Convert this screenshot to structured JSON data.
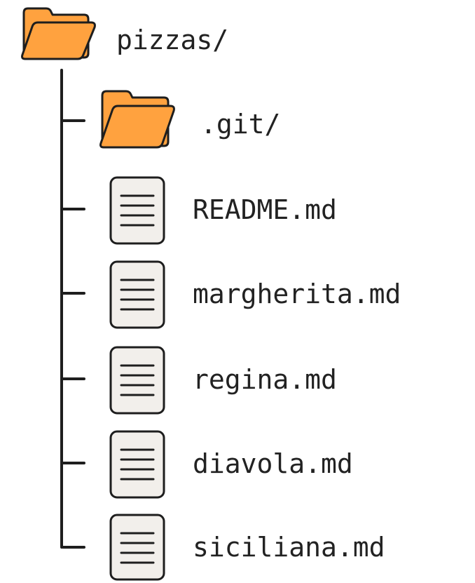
{
  "root": {
    "name": "pizzas/",
    "icon": "folder-icon",
    "folder_color": "#FFA23F"
  },
  "children": [
    {
      "name": ".git/",
      "icon": "folder-icon"
    },
    {
      "name": "README.md",
      "icon": "file-icon"
    },
    {
      "name": "margherita.md",
      "icon": "file-icon"
    },
    {
      "name": "regina.md",
      "icon": "file-icon"
    },
    {
      "name": "diavola.md",
      "icon": "file-icon"
    },
    {
      "name": "siciliana.md",
      "icon": "file-icon"
    }
  ],
  "colors": {
    "folder": "#FFA23F",
    "file_fill": "#F2EFEB",
    "stroke": "#1E1E1E"
  }
}
